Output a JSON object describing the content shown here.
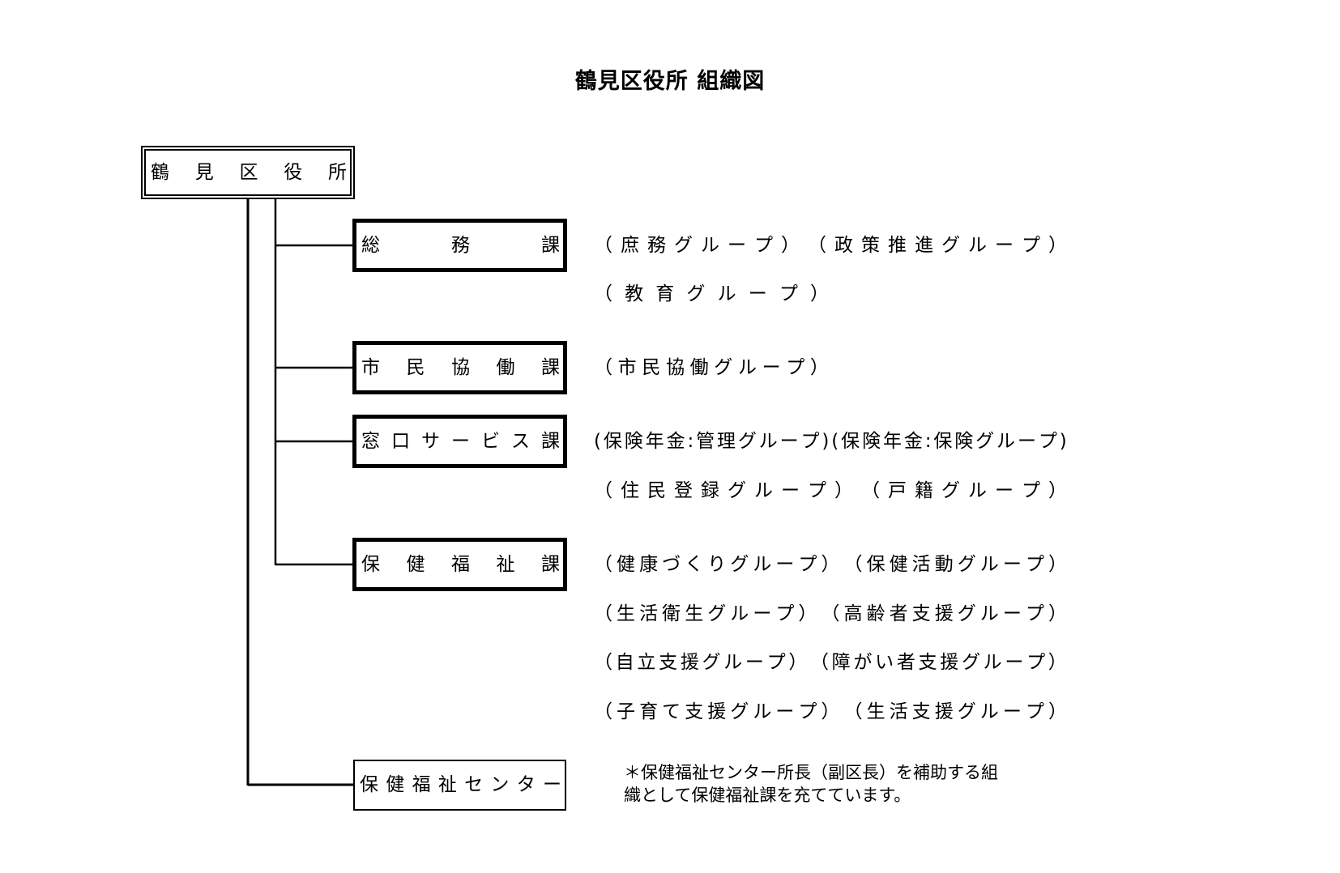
{
  "title": "鶴見区役所 組織図",
  "root": {
    "label": "鶴見区役所"
  },
  "departments": [
    {
      "name": "総務課",
      "group_rows": [
        "（庶務グループ）（政策推進グループ）",
        "（教育グループ）"
      ]
    },
    {
      "name": "市民協働課",
      "group_rows": [
        "（市民協働グループ）"
      ]
    },
    {
      "name": "窓口サービス課",
      "group_rows": [
        "(保険年金:管理グループ)(保険年金:保険グループ)",
        "（住民登録グループ）（戸籍グループ）"
      ]
    },
    {
      "name": "保健福祉課",
      "group_rows": [
        "（健康づくりグループ）（保健活動グループ）",
        "（生活衛生グループ）（高齢者支援グループ）",
        "（自立支援グループ）（障がい者支援グループ）",
        "（子育て支援グループ）（生活支援グループ）"
      ]
    }
  ],
  "center": {
    "name": "保健福祉センター"
  },
  "note": {
    "line1": "＊保健福祉センター所長（副区長）を補助する組",
    "line2": "織として保健福祉課を充てています。"
  }
}
